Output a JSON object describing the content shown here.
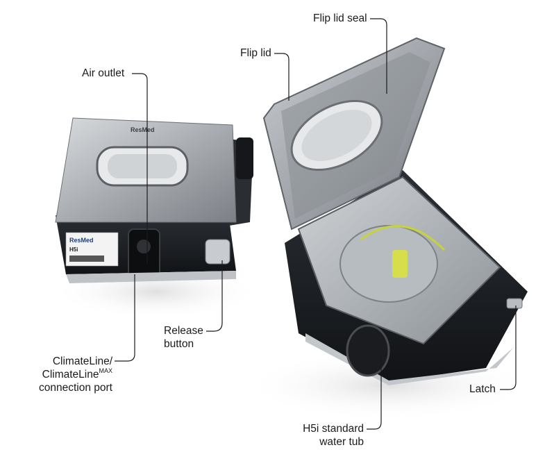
{
  "labels": {
    "air_outlet": "Air outlet",
    "flip_lid": "Flip lid",
    "flip_lid_seal": "Flip lid seal",
    "release_button_1": "Release",
    "release_button_2": "button",
    "climateline_1": "ClimateLine/",
    "climateline_2_base": "ClimateLine",
    "climateline_2_sup": "MAX",
    "climateline_3": "connection port",
    "latch": "Latch",
    "water_tub_1": "H5i standard",
    "water_tub_2": "water tub"
  },
  "device_text": {
    "brand_label": "ResMed",
    "model_label": "H5i",
    "top_logo": "ResMed"
  },
  "colors": {
    "leader_line": "#1a1a1a",
    "body_dark": "#1f2329",
    "silver": "#b9bcc0",
    "lid_grey": "#8f9398",
    "accent_yellow": "#c8d23a"
  }
}
